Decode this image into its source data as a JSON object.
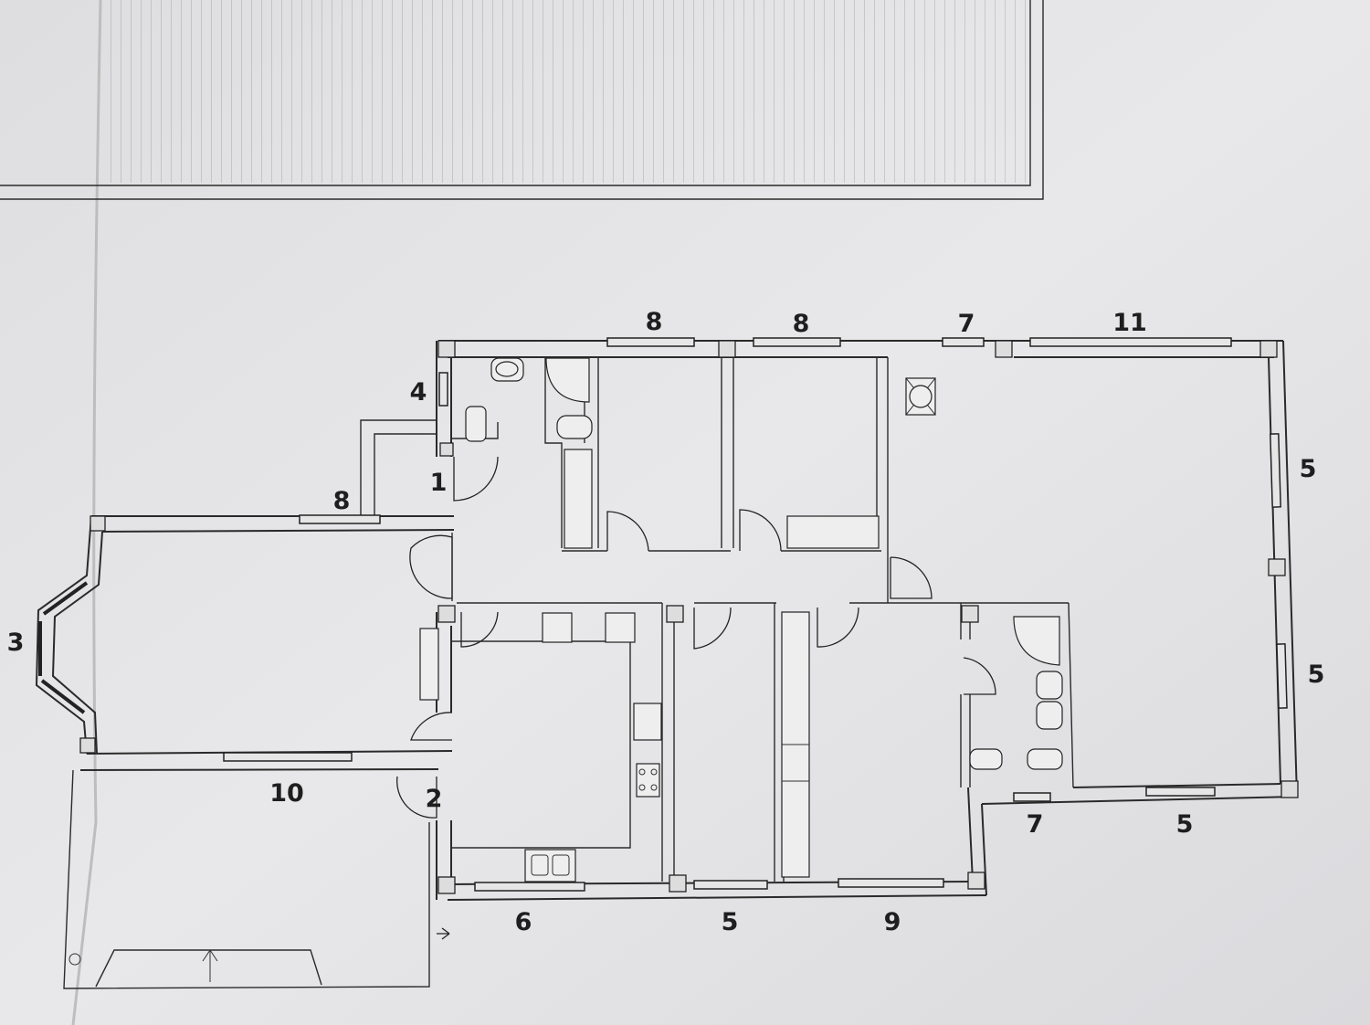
{
  "labels": {
    "n1": "1",
    "n2": "2",
    "n3": "3",
    "n4": "4",
    "n5_right_upper": "5",
    "n5_right_lower": "5",
    "n5_bottom_right": "5",
    "n5_bottom_mid": "5",
    "n6": "6",
    "n7_top": "7",
    "n7_bottom": "7",
    "n8_top_left": "8",
    "n8_top_mid": "8",
    "n8_left": "8",
    "n9": "9",
    "n10": "10",
    "n11": "11"
  },
  "colors": {
    "paper": "#e9e9ea",
    "shadow": "#b9b9bd",
    "ink": "#2a2a2a"
  }
}
